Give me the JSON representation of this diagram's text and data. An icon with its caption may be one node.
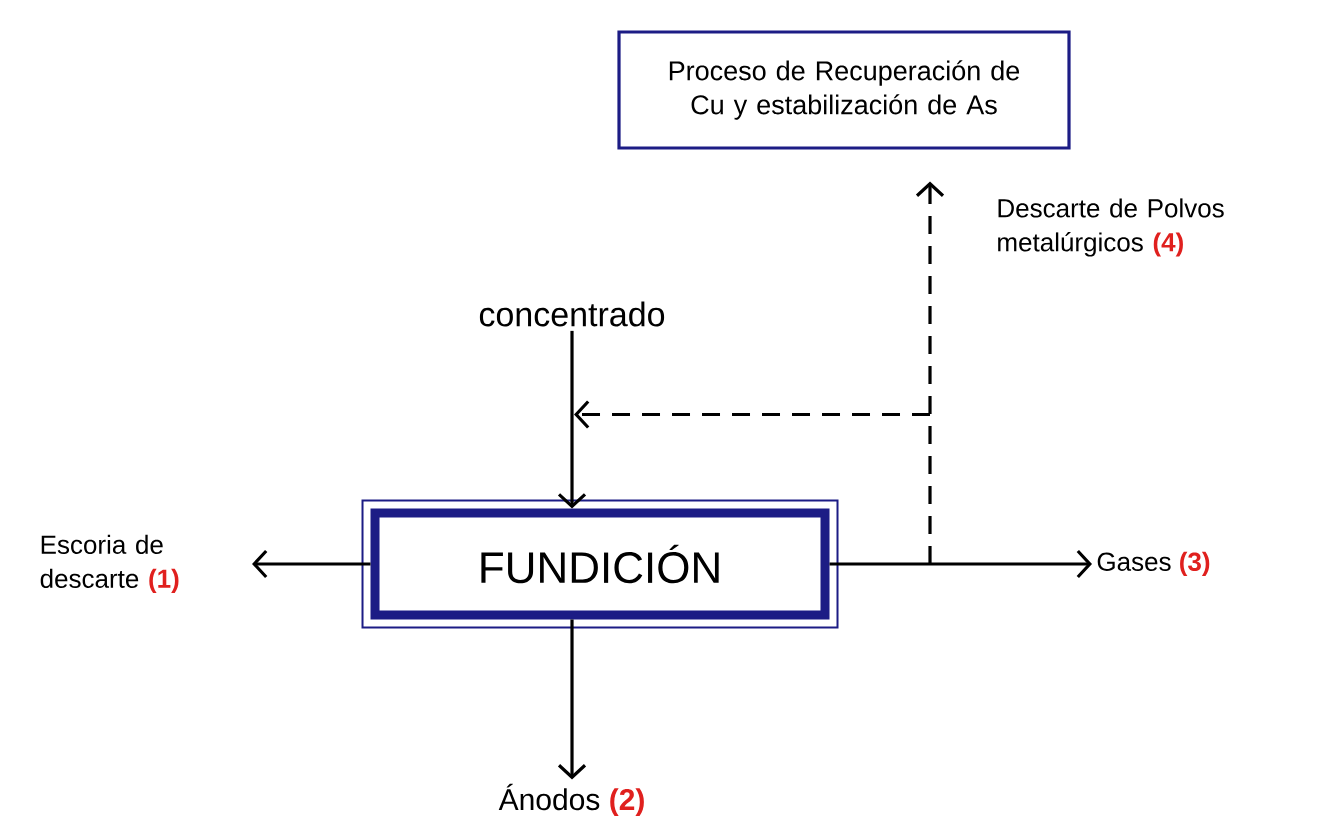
{
  "diagram": {
    "nodes": [
      {
        "text": [
          "Proceso de Recuperación de Cu y estabilización de As"
        ]
      },
      {
        "text": [
          "concentrado"
        ]
      },
      {
        "text": [
          "FUNDICIÓN"
        ]
      },
      {
        "text": [
          "Escoria de descarte",
          "(1)"
        ]
      },
      {
        "text": [
          "Ánodos",
          "(2)"
        ]
      },
      {
        "text": [
          "Gases",
          "(3)"
        ]
      }
    ],
    "edges": [
      {
        "from": 1,
        "to": 2,
        "arrow": "to"
      },
      {
        "from": 2,
        "to": 3,
        "arrow": "to"
      },
      {
        "from": 2,
        "to": 4,
        "arrow": "to"
      },
      {
        "from": 2,
        "to": 5,
        "arrow": "to"
      },
      {
        "from": 2,
        "to": 0,
        "arrow": "to",
        "style": "dashed"
      },
      {
        "from": null,
        "to": 2,
        "arrow": "to",
        "style": "dashed"
      }
    ],
    "labels": [
      "Descarte de Polvos metalúrgicos",
      "(4)"
    ]
  }
}
